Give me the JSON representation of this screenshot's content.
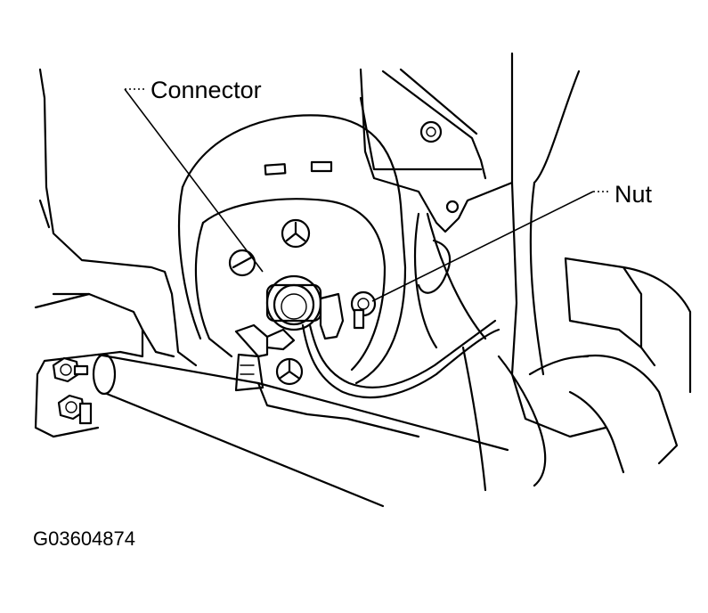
{
  "figure": {
    "callouts": {
      "connector": "Connector",
      "nut": "Nut"
    },
    "figure_id": "G03604874",
    "line_color": "#000000",
    "background_color": "#ffffff"
  }
}
